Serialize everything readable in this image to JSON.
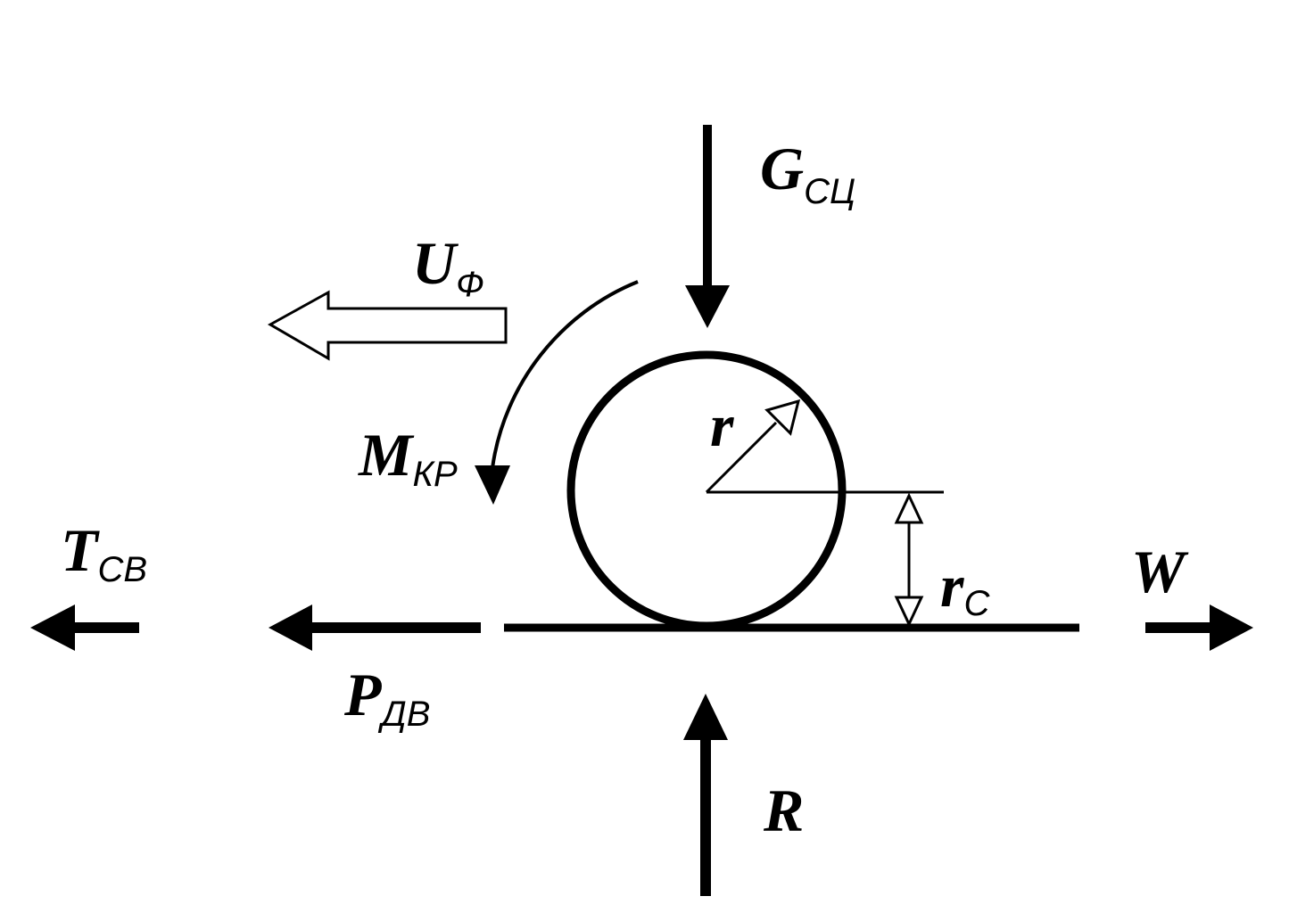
{
  "colors": {
    "ink": "#000000",
    "background": "#ffffff",
    "hollow_fill": "#ffffff"
  },
  "labels": {
    "g_main": "G",
    "g_sub": "СЦ",
    "u_main": "U",
    "u_sub": "Ф",
    "m_main": "M",
    "m_sub": "КР",
    "r_radius": "r",
    "rc_main": "r",
    "rc_sub": "С",
    "t_main": "T",
    "t_sub": "СВ",
    "w_main": "W",
    "p_main": "P",
    "p_sub": "ДВ",
    "reaction_main": "R"
  }
}
